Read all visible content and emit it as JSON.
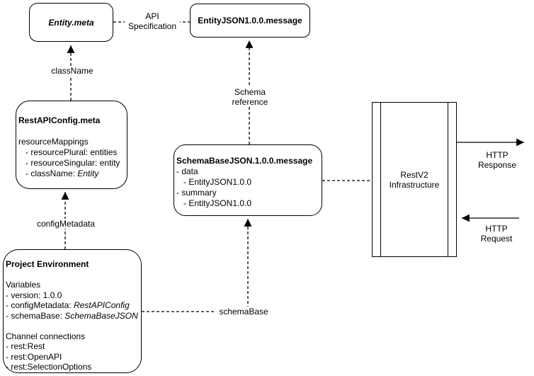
{
  "colors": {
    "stroke": "#000000",
    "fill": "#ffffff",
    "text": "#000000"
  },
  "nodes": {
    "entity_meta": {
      "title": "Entity.meta"
    },
    "entity_json": {
      "title": "EntityJSON1.0.0.message"
    },
    "rest_api_config": {
      "title": "RestAPIConfig.meta",
      "lines": [
        {
          "text": "resourceMappings",
          "italic": ""
        },
        {
          "text": "   - resourcePlural: entities",
          "italic": ""
        },
        {
          "text": "   - resourceSingular: entity",
          "italic": ""
        },
        {
          "text": "   - className: ",
          "italic": "Entity"
        }
      ]
    },
    "schema_base": {
      "title": "SchemaBaseJSON.1.0.0.message",
      "lines": [
        {
          "text": "- data",
          "italic": ""
        },
        {
          "text": "   - EntityJSON1.0.0",
          "italic": ""
        },
        {
          "text": "- summary",
          "italic": ""
        },
        {
          "text": "   - EntityJSON1.0.0",
          "italic": ""
        }
      ]
    },
    "project_env": {
      "title": "Project Environment",
      "lines": [
        {
          "text": "Variables",
          "italic": ""
        },
        {
          "text": "- version: 1.0.0",
          "italic": ""
        },
        {
          "text": "- configMetadata: ",
          "italic": "RestAPIConfig"
        },
        {
          "text": "- schemaBase: ",
          "italic": "SchemaBaseJSON"
        },
        {
          "text": "",
          "italic": ""
        },
        {
          "text": "Channel connections",
          "italic": ""
        },
        {
          "text": "- rest:Rest",
          "italic": ""
        },
        {
          "text": "- rest:OpenAPI",
          "italic": ""
        },
        {
          "text": "- rest:SelectionOptions",
          "italic": ""
        }
      ]
    },
    "restv2": {
      "line1": "RestV2",
      "line2": "Infrastructure"
    }
  },
  "edges": {
    "api_specification": {
      "line1": "API",
      "line2": "Specification"
    },
    "class_name": {
      "label": "className"
    },
    "config_metadata": {
      "label": "configMetadata"
    },
    "schema_reference": {
      "label": "Schema reference"
    },
    "schema_base": {
      "label": "schemaBase"
    },
    "http_response": {
      "label": "HTTP Response"
    },
    "http_request": {
      "label": "HTTP Request"
    }
  }
}
